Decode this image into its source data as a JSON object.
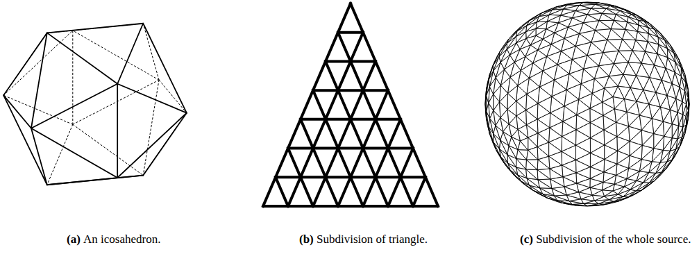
{
  "diagram": {
    "labels": [
      "(a)",
      "An icosahedron.",
      "(b)",
      "Subdivision of triangle.",
      "(c)",
      "Subdivision of the whole source."
    ]
  }
}
